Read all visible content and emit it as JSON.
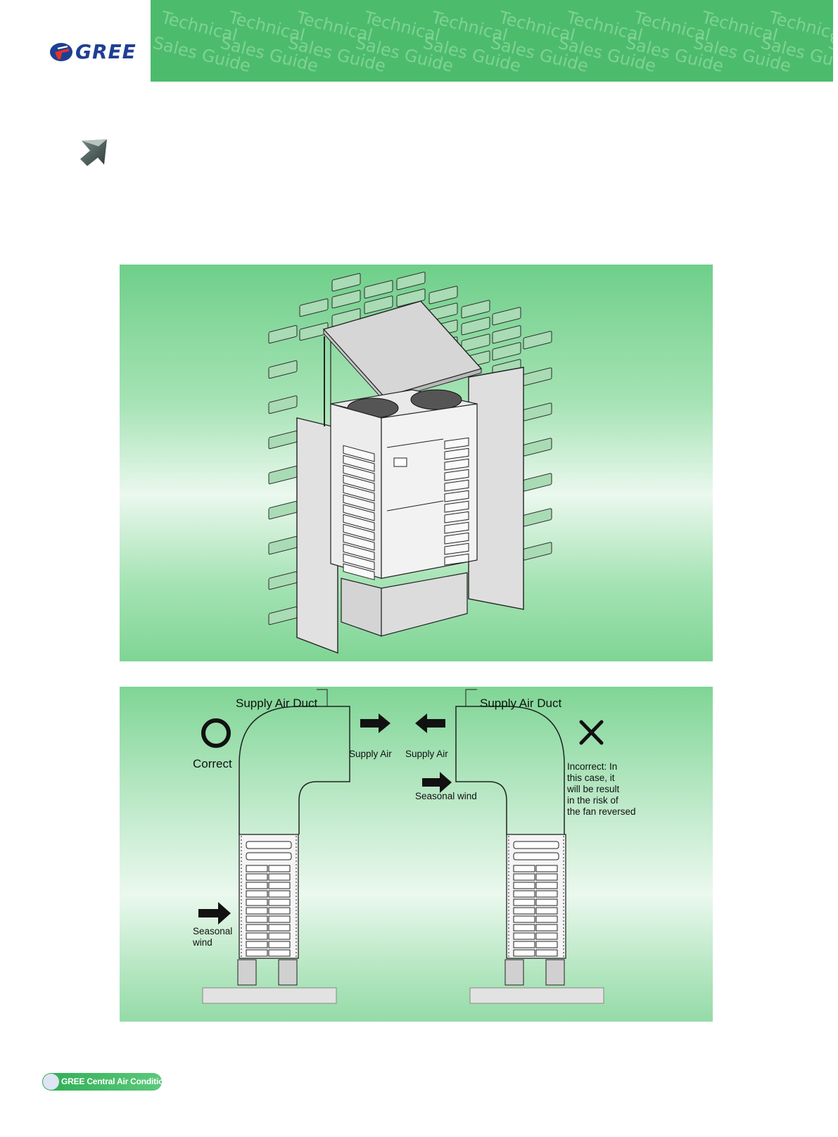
{
  "header": {
    "brand": "GREE",
    "watermark_line1": "Technical",
    "watermark_line2": "Sales Guide",
    "banner_color": "#4cbc6c",
    "brand_color": "#1f3f94"
  },
  "figure2": {
    "left_label_duct": "Supply Air Duct",
    "left_status": "Correct",
    "left_supply_air": "Supply Air",
    "left_seasonal_wind": "Seasonal\nwind",
    "right_label_duct": "Supply Air Duct",
    "right_supply_air": "Supply Air",
    "right_seasonal_wind": "Seasonal wind",
    "right_warning": "Incorrect: In\nthis case, it\nwill be result\nin the risk of\nthe fan reversed"
  },
  "footer": {
    "text": "GREE Central Air Conditioners"
  }
}
